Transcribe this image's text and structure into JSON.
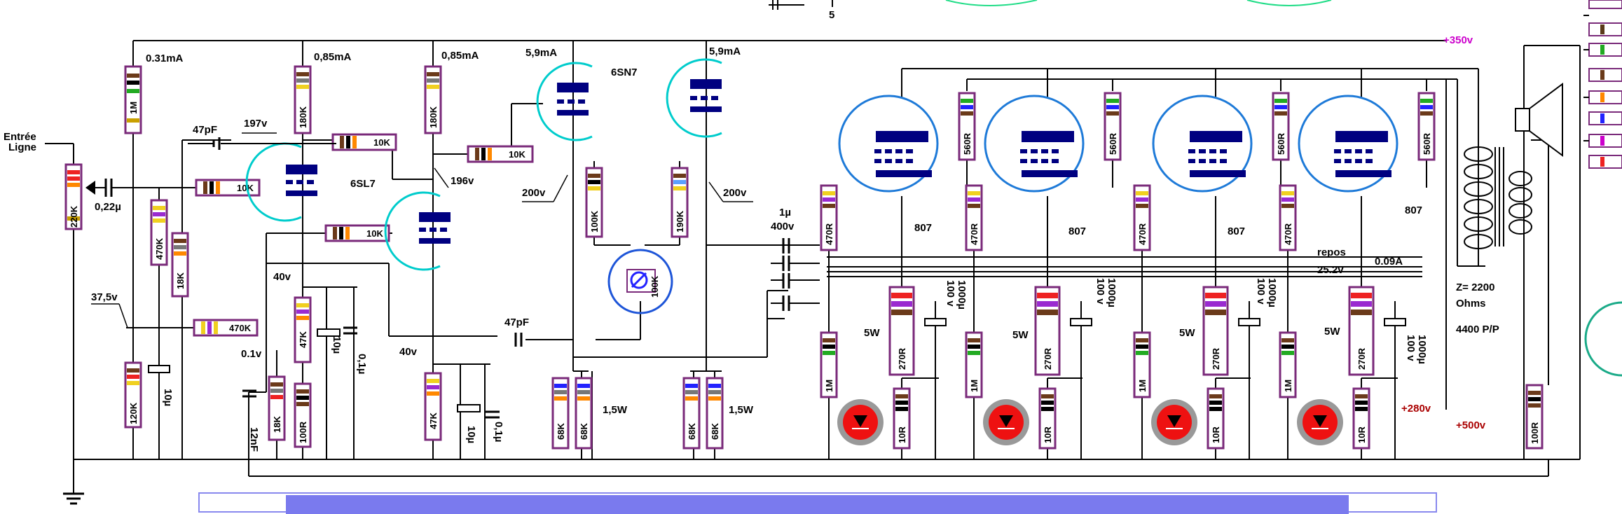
{
  "top_number": "5",
  "supply": {
    "plus350": "+350v",
    "plus280": "+280v",
    "plus500": "+500v"
  },
  "input_label": [
    "Entrée",
    "Ligne"
  ],
  "currents": {
    "i1": "0.31mA",
    "i2": "0,85mA",
    "i3": "0,85mA",
    "i4": "5,9mA",
    "i5": "5,9mA",
    "idle": "0.09A"
  },
  "voltages": {
    "v197": "197v",
    "v196": "196v",
    "v200a": "200v",
    "v200b": "200v",
    "v37": "37,5v",
    "v40a": "40v",
    "v40b": "40v",
    "v01": "0.1v",
    "repos": "repos",
    "v252": "25.2v"
  },
  "tubes": {
    "t6sl7": "6SL7",
    "t6sn7": "6SN7",
    "t807": "807"
  },
  "caps": {
    "c47a": "47pF",
    "c47b": "47pF",
    "c022": "0,22µ",
    "c1u": "1µ",
    "c400": "400v",
    "c10a": "10µ",
    "c10b": "10µ",
    "c10c": "10µ",
    "c01a": "0,1µ",
    "c01b": "0,1µ",
    "c12n": "12nF",
    "c1000": "1000µ",
    "c100v": "100 v"
  },
  "power": {
    "p15": "1,5W",
    "p5": "5W"
  },
  "transformer": {
    "z": "Z= 2200",
    "ohms": "Ohms",
    "pp": "4400 P/P"
  },
  "resistors": {
    "r1M": "1M",
    "r220K": "220K",
    "r180K": "180K",
    "r10K": "10K",
    "r470K": "470K",
    "r18K": "18K",
    "r120K": "120K",
    "r47K": "47K",
    "r100R": "100R",
    "r100K": "100K",
    "r190K": "190K",
    "r68K": "68K",
    "r470": "470R",
    "r560": "560R",
    "r270": "270R",
    "r10R": "10R",
    "r1K": "1M"
  },
  "colors": {
    "wire": "#000000",
    "tube": "#000080",
    "glass6": "#00cccc",
    "glass807": "#1e7ad8",
    "resistor": "#7a2a7a",
    "led": "#ff0000",
    "supply": "#cc00cc",
    "hv": "#aa0000"
  }
}
